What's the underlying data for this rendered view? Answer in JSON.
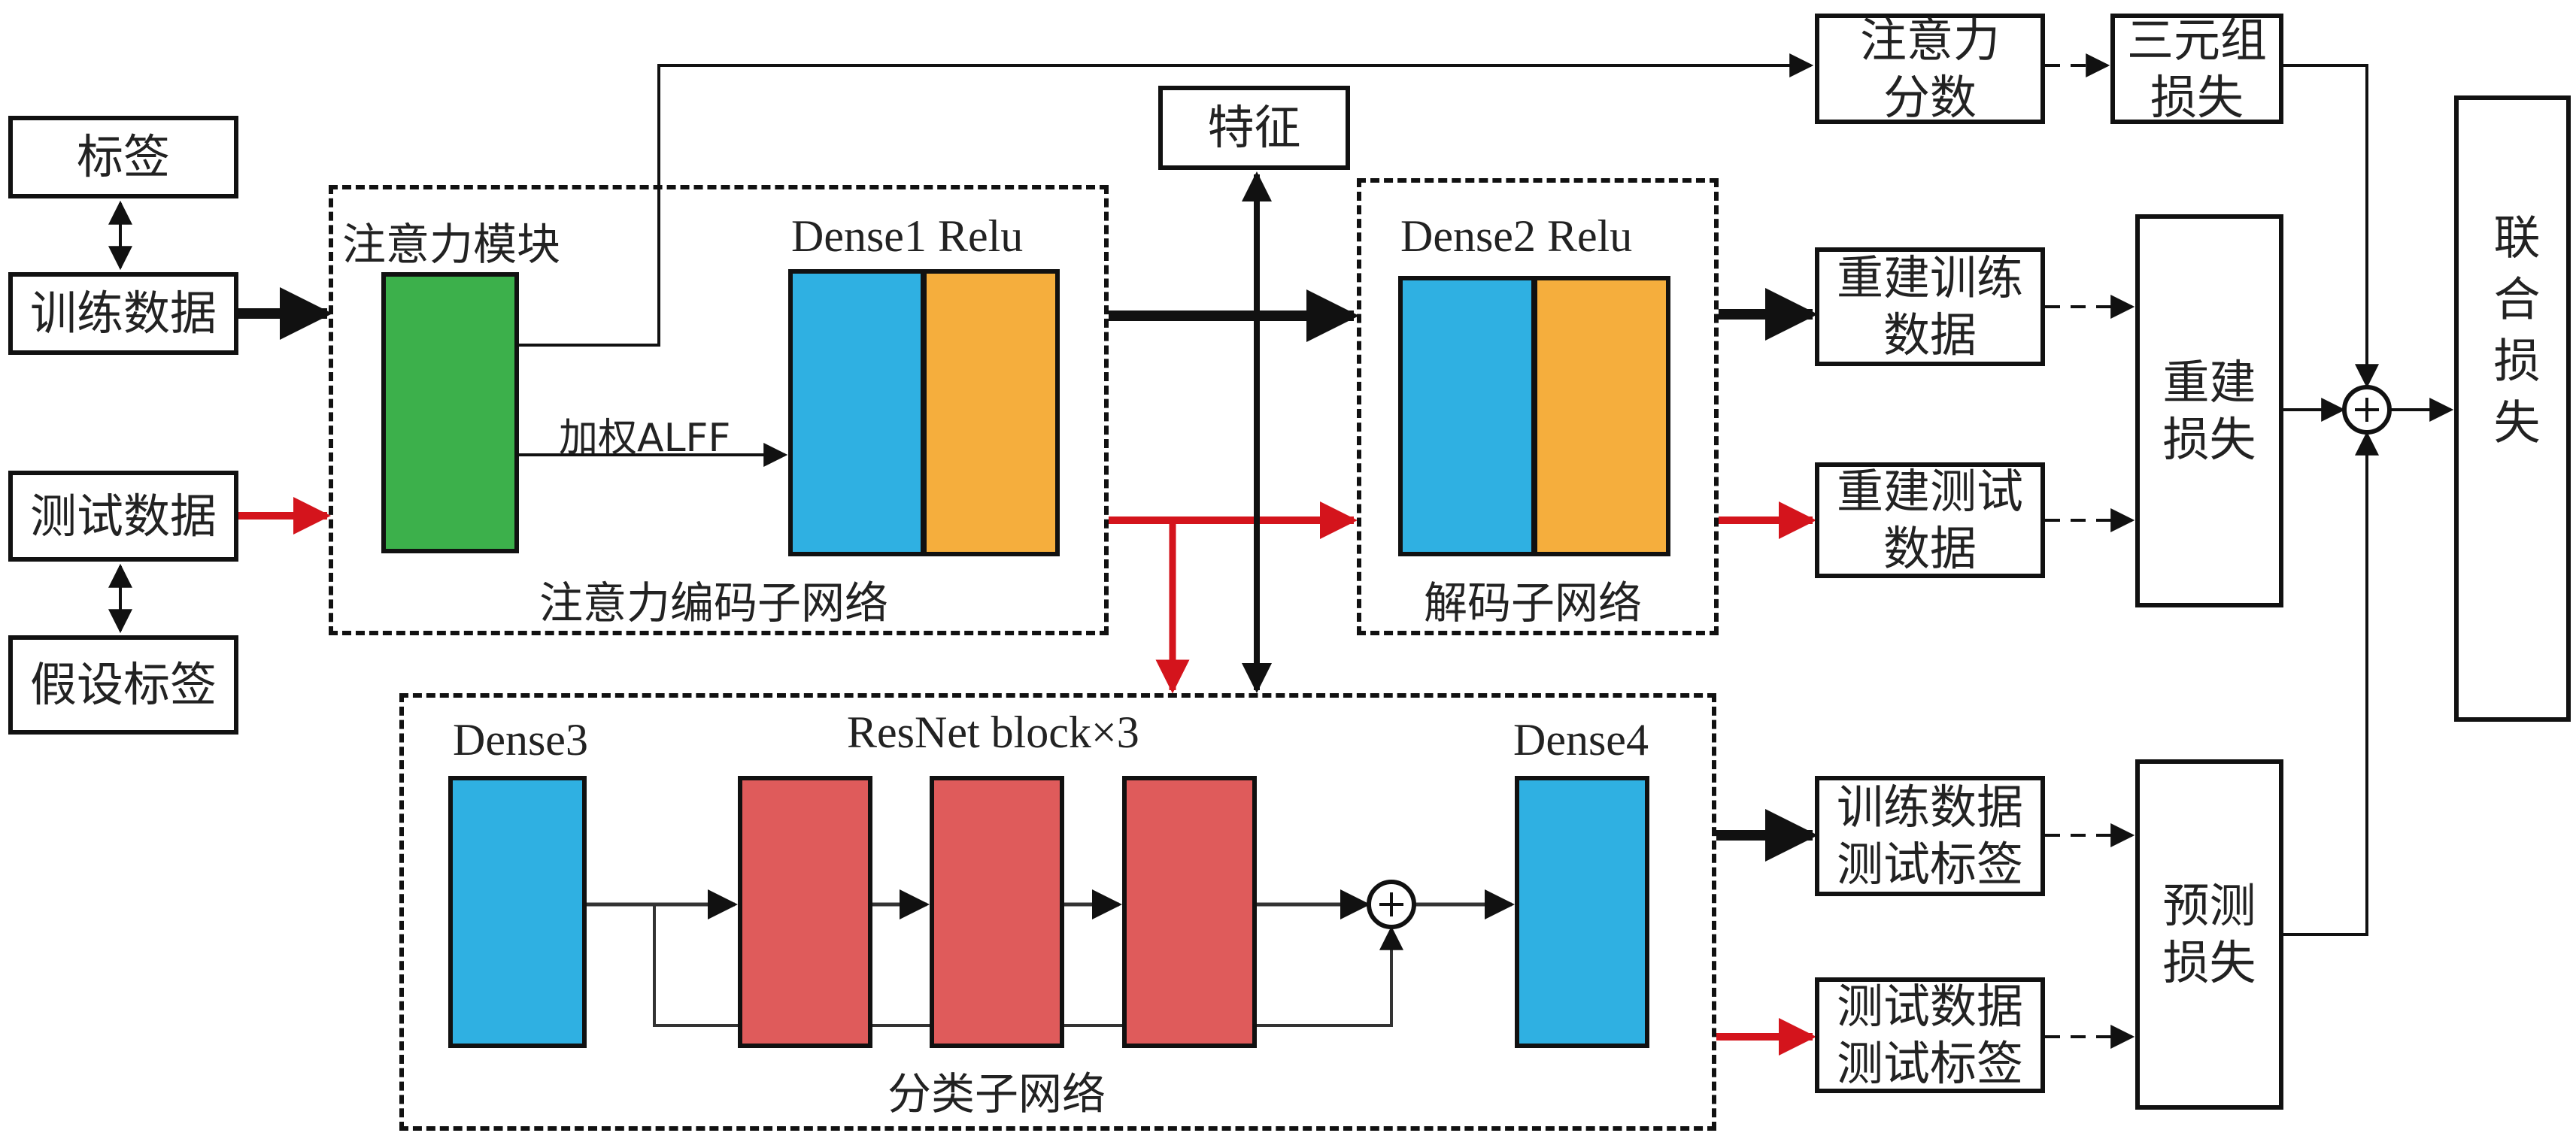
{
  "title": "注意力编码-解码-分类网络结构图",
  "inputs": {
    "label": "标签",
    "train_data": "训练数据",
    "test_data": "测试数据",
    "pseudo_label": "假设标签"
  },
  "encoder": {
    "title": "注意力编码子网络",
    "attention_module": "注意力模块",
    "dense_label": "Dense1 Relu",
    "weighted_label": "加权ALFF"
  },
  "feature": {
    "label": "特征"
  },
  "decoder": {
    "title": "解码子网络",
    "dense_label": "Dense2 Relu"
  },
  "classifier": {
    "title": "分类子网络",
    "dense3": "Dense3",
    "resnet": "ResNet block×3",
    "dense4": "Dense4"
  },
  "outputs": {
    "attention_score": [
      "注意力",
      "分数"
    ],
    "triplet_loss": [
      "三元组",
      "损失"
    ],
    "recon_train": [
      "重建训练",
      "数据"
    ],
    "recon_test": [
      "重建测试",
      "数据"
    ],
    "recon_loss": [
      "重建",
      "损失"
    ],
    "train_pred": [
      "训练数据",
      "测试标签"
    ],
    "test_pred": [
      "测试数据",
      "测试标签"
    ],
    "pred_loss": [
      "预测",
      "损失"
    ],
    "joint_loss": "联合损失"
  },
  "colors": {
    "attention": "#3cb04b",
    "dense": "#2fb0e2",
    "relu": "#f5ae3d",
    "resnet": "#df5b5b",
    "test_flow": "#d4141c",
    "train_flow": "#111111"
  }
}
